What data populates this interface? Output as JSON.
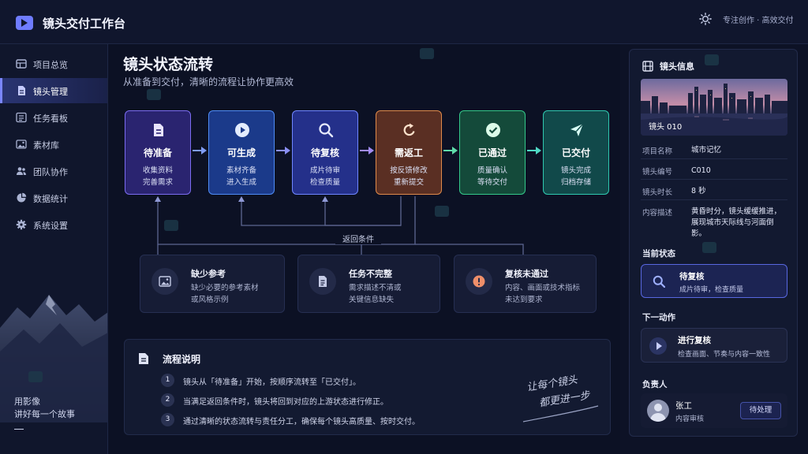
{
  "app": {
    "title": "镜头交付工作台",
    "slogan": "专注创作 · 高效交付",
    "theme_icon": "sun-icon",
    "logo_icon": "video-camera-icon"
  },
  "sidebar": {
    "items": [
      {
        "label": "项目总览",
        "icon": "grid-icon",
        "active": false
      },
      {
        "label": "镜头管理",
        "icon": "document-icon",
        "active": true
      },
      {
        "label": "任务看板",
        "icon": "list-icon",
        "active": false
      },
      {
        "label": "素材库",
        "icon": "image-icon",
        "active": false
      },
      {
        "label": "团队协作",
        "icon": "users-icon",
        "active": false
      },
      {
        "label": "数据统计",
        "icon": "pie-chart-icon",
        "active": false
      },
      {
        "label": "系统设置",
        "icon": "gear-icon",
        "active": false
      }
    ],
    "quote_line1": "用影像",
    "quote_line2": "讲好每一个故事"
  },
  "main": {
    "title": "镜头状态流转",
    "subtitle": "从准备到交付，清晰的流程让协作更高效",
    "stages": [
      {
        "title": "待准备",
        "line1": "收集资料",
        "line2": "完善需求",
        "icon": "document-icon",
        "color": "#7b6cf0",
        "bg": "#2a2470"
      },
      {
        "title": "可生成",
        "line1": "素材齐备",
        "line2": "进入生成",
        "icon": "play-icon",
        "color": "#4f8cf5",
        "bg": "#1b3a8a"
      },
      {
        "title": "待复核",
        "line1": "成片待审",
        "line2": "检查质量",
        "icon": "search-icon",
        "color": "#6f86ff",
        "bg": "#24308a"
      },
      {
        "title": "需返工",
        "line1": "按反馈修改",
        "line2": "重新提交",
        "icon": "refresh-icon",
        "color": "#e08a4a",
        "bg": "#5a2f23"
      },
      {
        "title": "已通过",
        "line1": "质量确认",
        "line2": "等待交付",
        "icon": "check-circle-icon",
        "color": "#34c98a",
        "bg": "#144a3a"
      },
      {
        "title": "已交付",
        "line1": "镜头完成",
        "line2": "归档存储",
        "icon": "send-icon",
        "color": "#2fc9b0",
        "bg": "#11494a"
      }
    ],
    "return_label": "返回条件",
    "conditions": [
      {
        "title": "缺少参考",
        "line1": "缺少必要的参考素材",
        "line2": "或风格示例",
        "icon": "image-icon",
        "color": "#c5cbe6"
      },
      {
        "title": "任务不完整",
        "line1": "需求描述不清或",
        "line2": "关键信息缺失",
        "icon": "document-icon",
        "color": "#c5cbe6"
      },
      {
        "title": "复核未通过",
        "line1": "内容、画面或技术指标",
        "line2": "未达到要求",
        "icon": "alert-icon",
        "color": "#ef8f6a"
      }
    ],
    "process": {
      "title": "流程说明",
      "steps": [
        {
          "num": "1",
          "text": "镜头从「待准备」开始，按顺序流转至「已交付」。"
        },
        {
          "num": "2",
          "text": "当满足返回条件时，镜头将回到对应的上游状态进行修正。"
        },
        {
          "num": "3",
          "text": "通过清晰的状态流转与责任分工，确保每个镜头高质量、按时交付。"
        }
      ],
      "signature_line1": "让每个镜头",
      "signature_line2": "都更进一步"
    }
  },
  "info": {
    "title": "镜头信息",
    "thumb_label": "镜头 010",
    "rows": [
      {
        "k": "项目名称",
        "v": "城市记忆"
      },
      {
        "k": "镜头编号",
        "v": "C010"
      },
      {
        "k": "镜头时长",
        "v": "8 秒"
      },
      {
        "k": "内容描述",
        "v": "黄昏时分，镜头缓缓推进，展现城市天际线与河面倒影。"
      }
    ],
    "current_label": "当前状态",
    "current_title": "待复核",
    "current_desc": "成片待审，检查质量",
    "next_label": "下一动作",
    "next_title": "进行复核",
    "next_desc": "检查画面、节奏与内容一致性",
    "owner_label": "负责人",
    "owner_name": "张工",
    "owner_role": "内容审核",
    "owner_action": "待处理"
  }
}
